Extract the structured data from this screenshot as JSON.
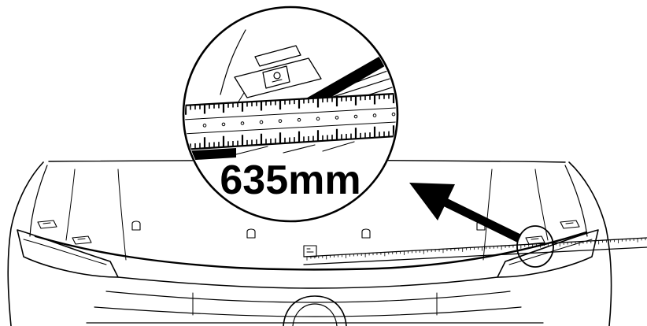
{
  "callout": {
    "measurement_label": "635mm"
  },
  "colors": {
    "line": "#000000",
    "background": "#ffffff"
  },
  "icons": [
    "vehicle-hood-outline",
    "measuring-tape",
    "magnifier-callout",
    "pointer-arrow"
  ]
}
